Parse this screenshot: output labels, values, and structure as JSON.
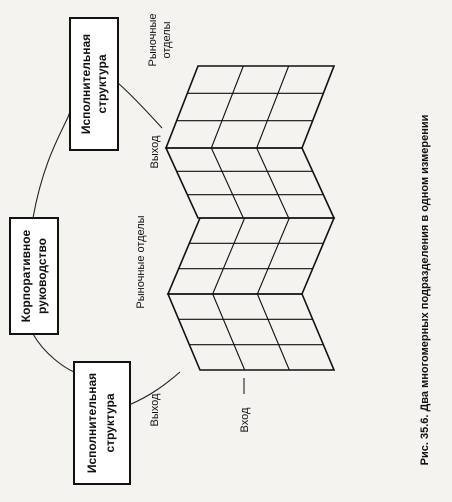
{
  "diagram": {
    "center_box": {
      "line1": "Корпоративное",
      "line2": "руководство"
    },
    "exec_box_top": {
      "line1": "Исполнительная",
      "line2": "структура"
    },
    "exec_box_bottom": {
      "line1": "Исполнительная",
      "line2": "структура"
    },
    "labels": {
      "market_top_line1": "Рыночные",
      "market_top_line2": "отделы",
      "market_middle": "Рыночные отделы",
      "output_top": "Выход",
      "output_bottom": "Выход",
      "input": "Вход"
    },
    "caption": "Рис. 35.6. Два многомерных подразделения в одном измерении"
  }
}
